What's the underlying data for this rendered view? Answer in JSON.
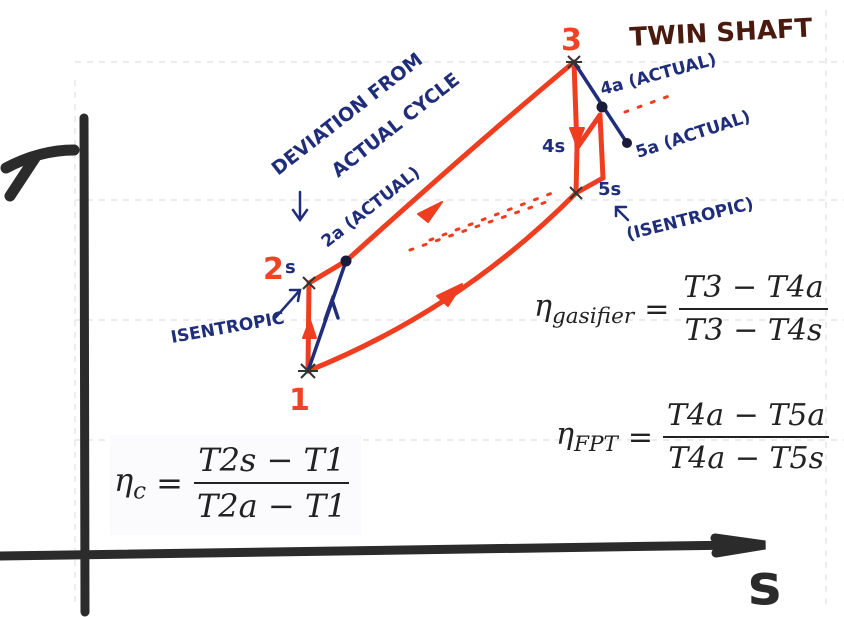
{
  "axes": {
    "y_label": "T",
    "x_label": "s"
  },
  "diagram": {
    "title": "TWIN SHAFT",
    "deviation_note_line1": "DEVIATION FROM",
    "deviation_note_line2": "ACTUAL CYCLE",
    "states": {
      "p1": "1",
      "p2": "2",
      "p2_sub": "s",
      "p2a": "2a (ACTUAL)",
      "p3": "3",
      "p4a": "4a (ACTUAL)",
      "p4s": "4s",
      "p5a": "5a (ACTUAL)",
      "p5s": "5s"
    },
    "isentropic_left": "ISENTROPIC",
    "isentropic_right": "(ISENTROPIC)"
  },
  "formulas": {
    "gasifier": {
      "eta_sub": "gasifier",
      "num": "T3 − T4a",
      "den": "T3 − T4s"
    },
    "fpt": {
      "eta_sub": "FPT",
      "num": "T4a − T5a",
      "den": "T4a − T5s"
    },
    "compressor": {
      "eta_sub": "c",
      "num": "T2s − T1",
      "den": "T2a − T1"
    }
  },
  "colors": {
    "cycle": "#ee3d1f",
    "label_blue": "#1f2d7a",
    "state_red": "#ef4423",
    "axis": "#2b2b2b",
    "title": "#4a1a0e"
  }
}
